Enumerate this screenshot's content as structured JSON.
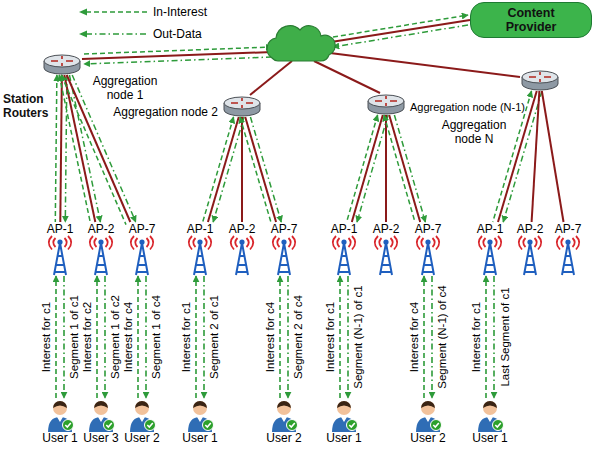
{
  "diagram": {
    "nodes": [
      {
        "text": [
          "Content Provider"
        ]
      },
      {
        "text": [
          "Aggregation node 1"
        ]
      },
      {
        "text": [
          "Aggregation node 2"
        ]
      },
      {
        "text": [
          "Aggregation node (N-1)"
        ]
      },
      {
        "text": [
          "Aggregation node N"
        ]
      },
      {
        "text": [
          "AP-1"
        ]
      },
      {
        "text": [
          "AP-2"
        ]
      },
      {
        "text": [
          "AP-7"
        ]
      },
      {
        "text": [
          "AP-1"
        ]
      },
      {
        "text": [
          "AP-2"
        ]
      },
      {
        "text": [
          "AP-7"
        ]
      },
      {
        "text": [
          "AP-1"
        ]
      },
      {
        "text": [
          "AP-2"
        ]
      },
      {
        "text": [
          "AP-7"
        ]
      },
      {
        "text": [
          "AP-1"
        ]
      },
      {
        "text": [
          "AP-2"
        ]
      },
      {
        "text": [
          "AP-7"
        ]
      },
      {
        "text": [
          "User 1"
        ]
      },
      {
        "text": [
          "User 3"
        ]
      },
      {
        "text": [
          "User 2"
        ]
      },
      {
        "text": [
          "User 1"
        ]
      },
      {
        "text": [
          "User 2"
        ]
      },
      {
        "text": [
          "User 1"
        ]
      },
      {
        "text": [
          "User 2"
        ]
      },
      {
        "text": [
          "User 1"
        ]
      }
    ],
    "edges": [
      {
        "from": 1,
        "to": 5,
        "arrow": "both"
      },
      {
        "from": 1,
        "to": 6,
        "arrow": "both"
      },
      {
        "from": 1,
        "to": 7,
        "arrow": "both"
      },
      {
        "from": 2,
        "to": 8,
        "arrow": "both"
      },
      {
        "from": 2,
        "to": 9,
        "arrow": "none"
      },
      {
        "from": 2,
        "to": 10,
        "arrow": "both"
      },
      {
        "from": 3,
        "to": 11,
        "arrow": "both"
      },
      {
        "from": 3,
        "to": 12,
        "arrow": "none"
      },
      {
        "from": 3,
        "to": 13,
        "arrow": "both"
      },
      {
        "from": 4,
        "to": 14,
        "arrow": "both"
      },
      {
        "from": 4,
        "to": 15,
        "arrow": "none"
      },
      {
        "from": 4,
        "to": 16,
        "arrow": "none"
      },
      {
        "from": 17,
        "to": 5,
        "label": "Interest for c1",
        "arrow": "to"
      },
      {
        "from": 5,
        "to": 17,
        "label": "Segment 1 of c1",
        "arrow": "to"
      },
      {
        "from": 18,
        "to": 6,
        "label": "Interest for c2",
        "arrow": "to"
      },
      {
        "from": 6,
        "to": 18,
        "label": "Segment 1 of c2",
        "arrow": "to"
      },
      {
        "from": 19,
        "to": 7,
        "label": "Interest for c4",
        "arrow": "to"
      },
      {
        "from": 7,
        "to": 19,
        "label": "Segment 1 of c4",
        "arrow": "to"
      },
      {
        "from": 20,
        "to": 8,
        "label": "Interest for c1",
        "arrow": "to"
      },
      {
        "from": 8,
        "to": 20,
        "label": "Segment 2 of c1",
        "arrow": "to"
      },
      {
        "from": 21,
        "to": 10,
        "label": "Interest for c4",
        "arrow": "to"
      },
      {
        "from": 10,
        "to": 21,
        "label": "Segment 2 of c4",
        "arrow": "to"
      },
      {
        "from": 22,
        "to": 11,
        "label": "Interest for c1",
        "arrow": "to"
      },
      {
        "from": 11,
        "to": 22,
        "label": "Segment (N-1) of c1",
        "arrow": "to"
      },
      {
        "from": 23,
        "to": 13,
        "label": "Interest for c4",
        "arrow": "to"
      },
      {
        "from": 13,
        "to": 23,
        "label": "Segment (N-1) of c4",
        "arrow": "to"
      },
      {
        "from": 24,
        "to": 14,
        "label": "Interest for c1",
        "arrow": "to"
      },
      {
        "from": 14,
        "to": 24,
        "label": "Last Segment of c1",
        "arrow": "to"
      }
    ],
    "labels": [
      "Station Routers"
    ],
    "legend": [
      {
        "text": "In-Interest"
      },
      {
        "text": "Out-Data"
      }
    ]
  }
}
